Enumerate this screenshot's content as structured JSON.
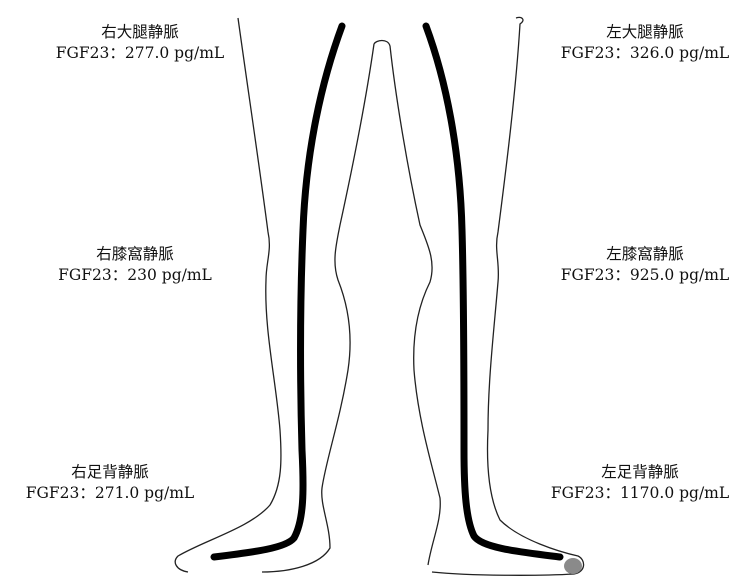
{
  "colors": {
    "outline": "#222222",
    "vein": "#000000",
    "marker": "#8a8a8a",
    "background": "#ffffff"
  },
  "labels": {
    "right_femoral": {
      "site": "右大腿静脈",
      "value": "FGF23：277.0 pg/mL"
    },
    "right_popliteal": {
      "site": "右膝窩静脈",
      "value": "FGF23：230 pg/mL"
    },
    "right_dorsalis": {
      "site": "右足背静脈",
      "value": "FGF23：271.0 pg/mL"
    },
    "left_femoral": {
      "site": "左大腿静脈",
      "value": "FGF23：326.0 pg/mL"
    },
    "left_popliteal": {
      "site": "左膝窩静脈",
      "value": "FGF23：925.0 pg/mL"
    },
    "left_dorsalis": {
      "site": "左足背静脈",
      "value": "FGF23：1170.0 pg/mL"
    }
  }
}
